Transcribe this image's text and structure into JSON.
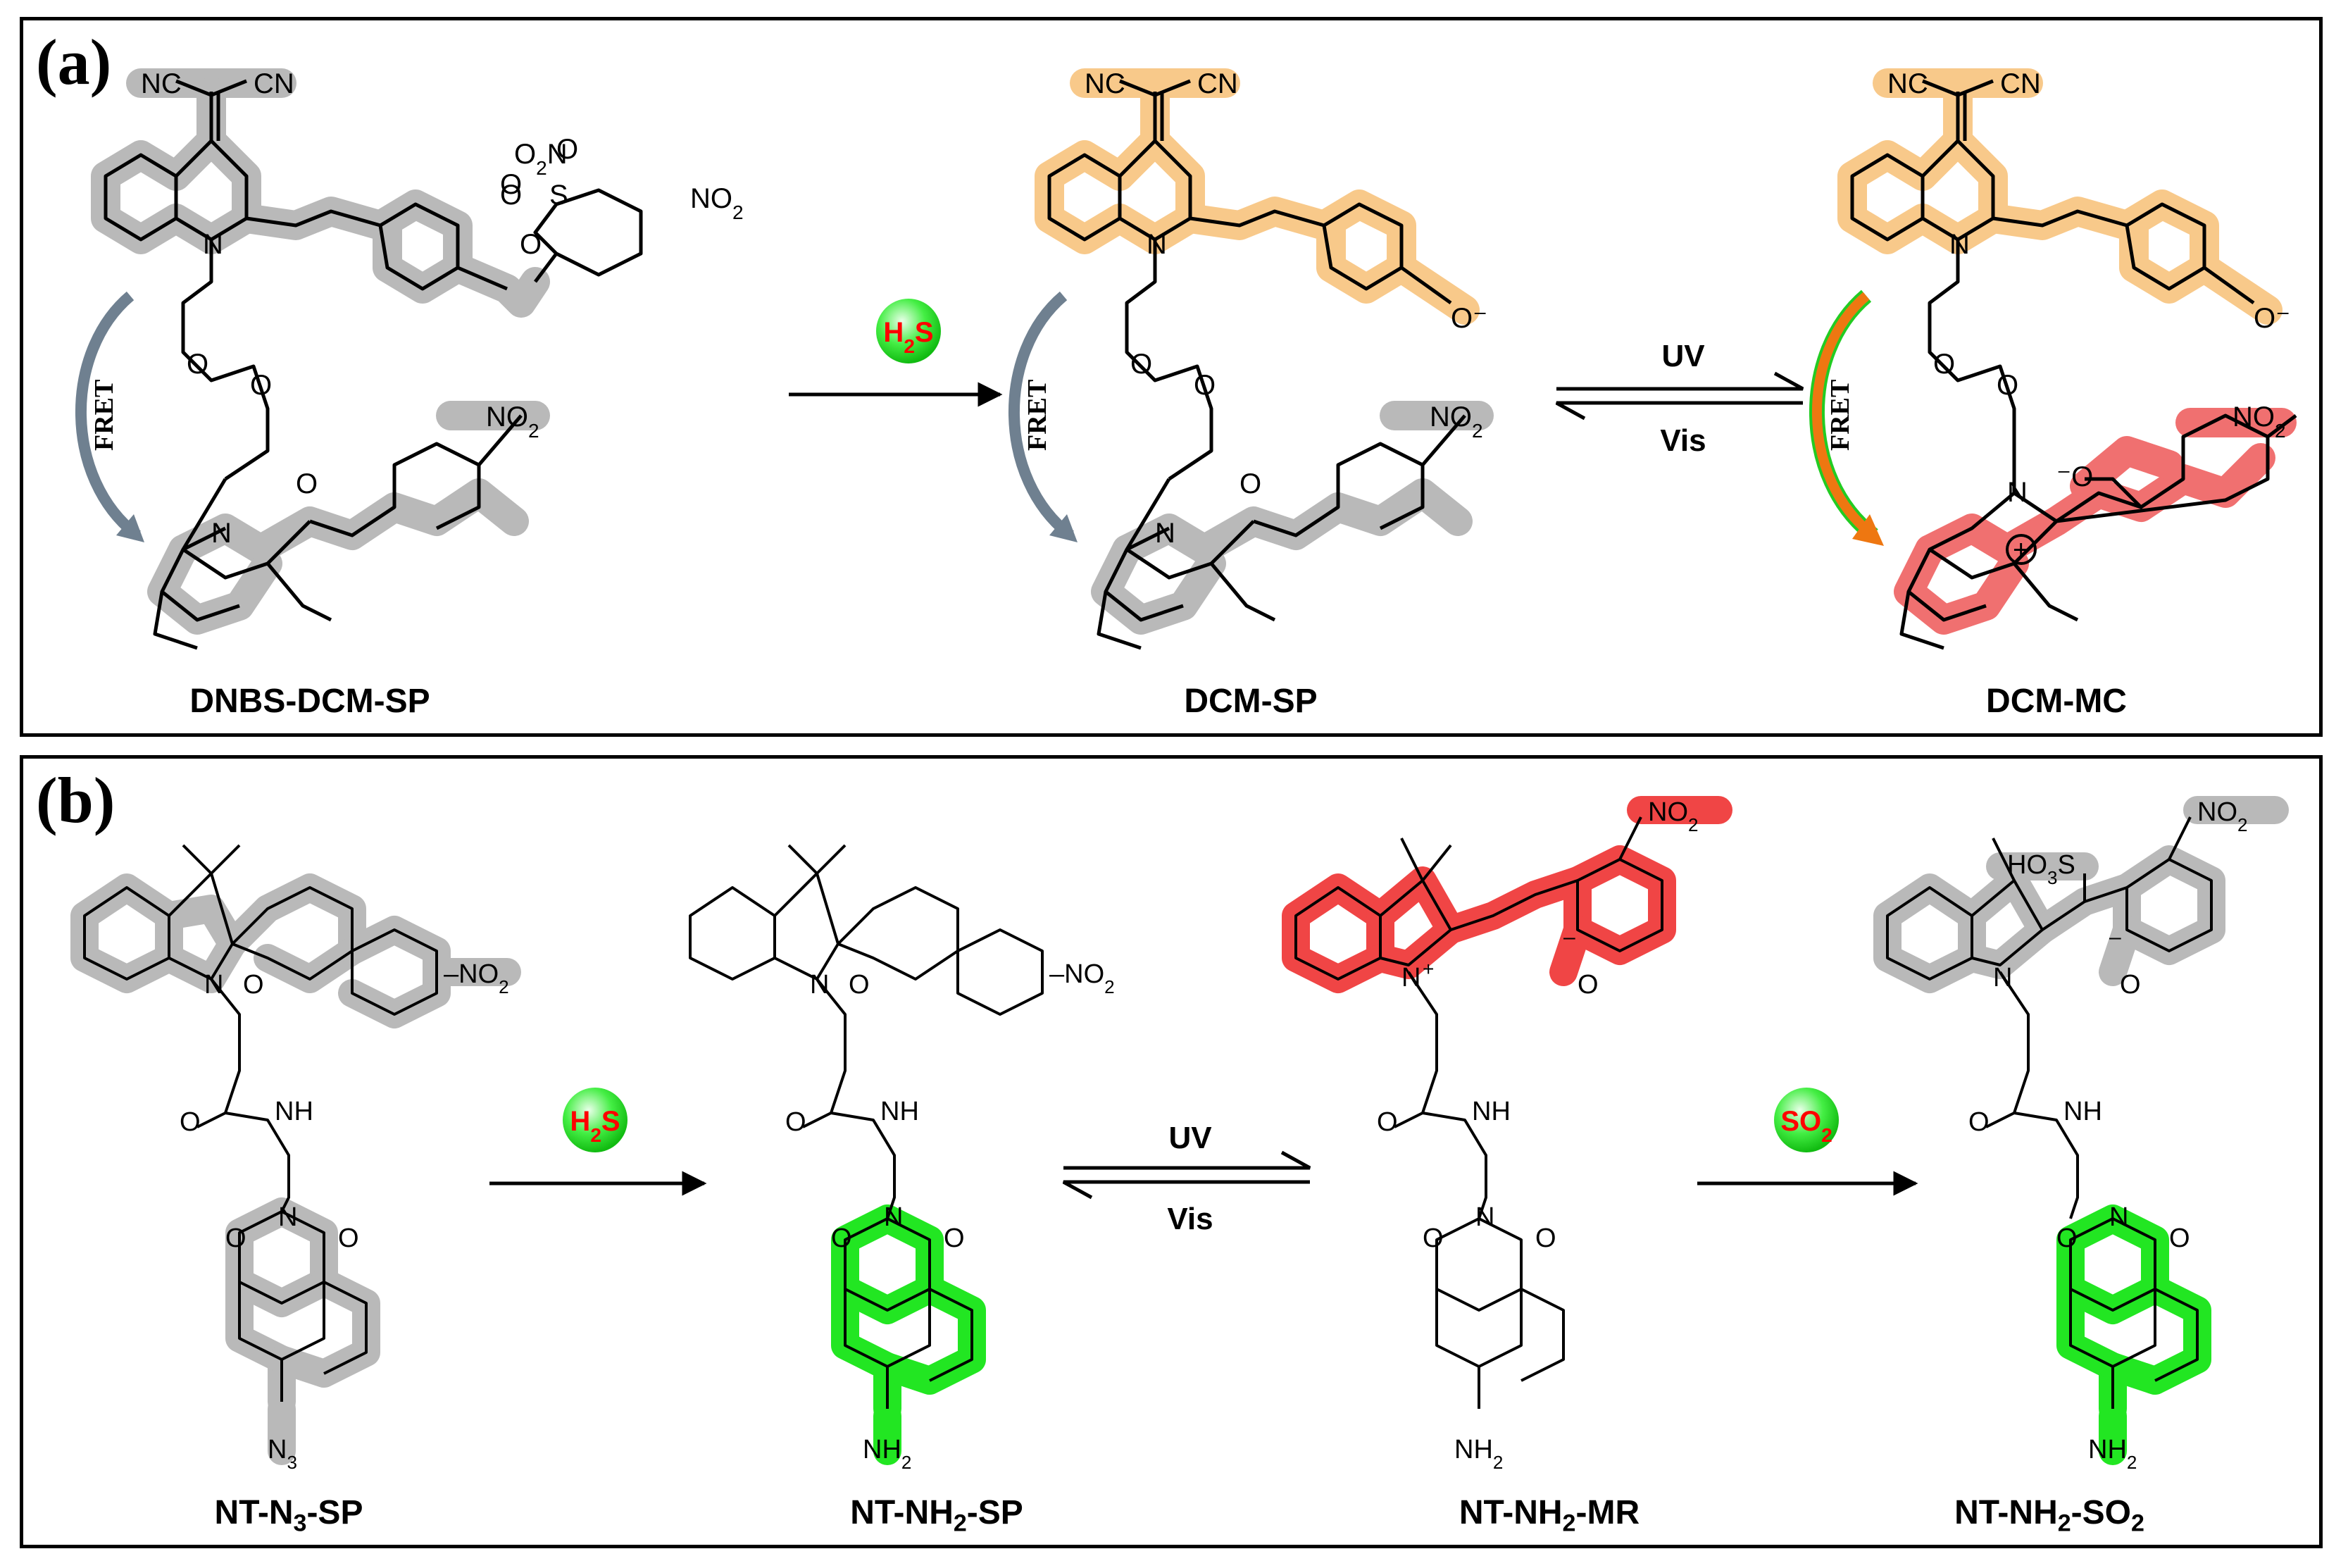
{
  "panel_a": {
    "letter": "(a)",
    "compounds": [
      "DNBS-DCM-SP",
      "DCM-SP",
      "DCM-MC"
    ],
    "reagent": "H2S",
    "switch_forward": "UV",
    "switch_back": "Vis",
    "fret_label": "FRET"
  },
  "panel_b": {
    "letter": "(b)",
    "compounds": [
      {
        "main": "NT-N",
        "sub": "3",
        "rest": "-SP"
      },
      {
        "main": "NT-NH",
        "sub": "2",
        "rest": "-SP"
      },
      {
        "main": "NT-NH",
        "sub": "2",
        "rest": "-MR"
      },
      {
        "main": "NT-NH",
        "sub": "2",
        "rest": "-SO",
        "sub2": "2"
      }
    ],
    "reagent_1": "H2S",
    "reagent_2": "SO2",
    "switch_forward": "UV",
    "switch_back": "Vis"
  },
  "colors": {
    "gray_highlight": "#b9b9b9",
    "orange_highlight": "#f8c98a",
    "red_highlight": "#f07070",
    "green_highlight": "#22e622",
    "reagent_text": "#ff0000",
    "fret_arrow_gray": "#6f8090",
    "fret_arrow_orange": "#ee7711"
  }
}
